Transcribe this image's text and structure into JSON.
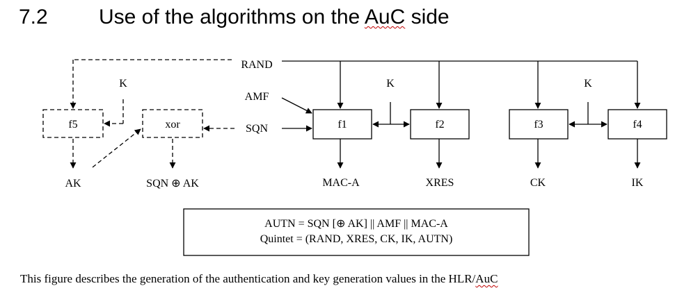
{
  "heading": {
    "number": "7.2",
    "title_plain": "Use of the algorithms on the ",
    "title_marked": "AuC",
    "title_end": " side"
  },
  "diagram": {
    "inputs": {
      "rand": "RAND",
      "amf": "AMF",
      "sqn": "SQN",
      "k": "K"
    },
    "functions": {
      "f5": "f5",
      "xor": "xor",
      "f1": "f1",
      "f2": "f2",
      "f3": "f3",
      "f4": "f4"
    },
    "outputs": {
      "ak": "AK",
      "sqn_ak": "SQN ⊕ AK",
      "mac_a": "MAC-A",
      "xres": "XRES",
      "ck": "CK",
      "ik": "IK"
    },
    "formula": {
      "autn": "AUTN = SQN [⊕ AK] || AMF || MAC-A",
      "quintet": "Quintet = (RAND, XRES, CK, IK, AUTN)"
    }
  },
  "caption": {
    "text_plain": "This figure describes the generation of the authentication and key generation values in the HLR/",
    "text_marked": "AuC"
  }
}
